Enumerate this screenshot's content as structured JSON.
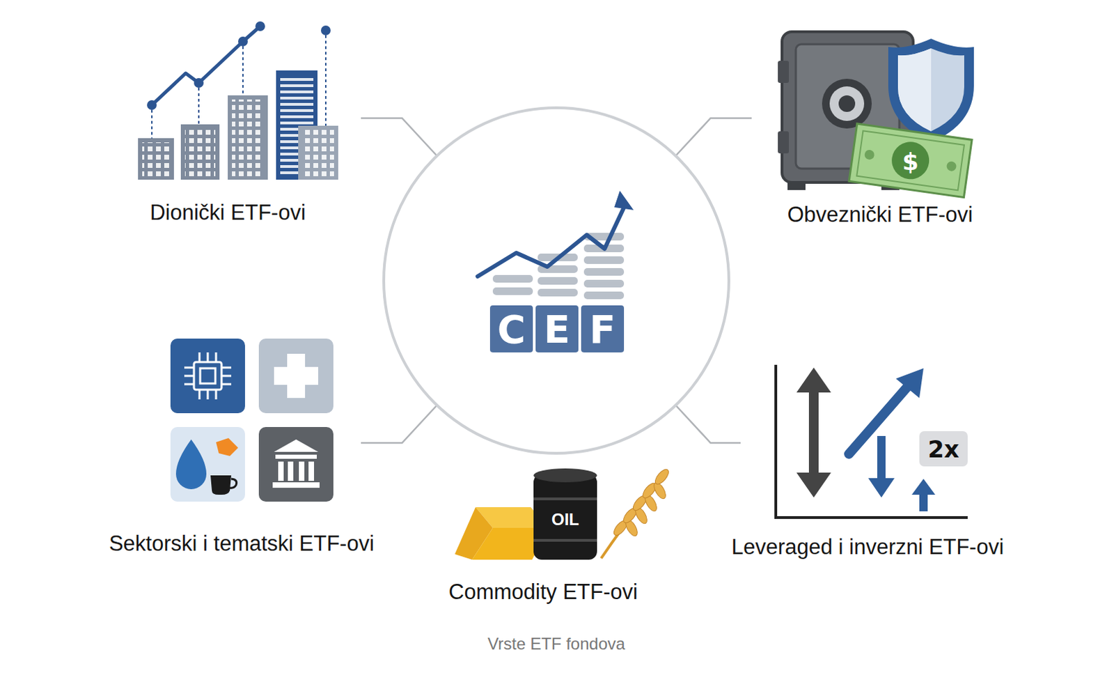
{
  "diagram": {
    "caption": "Vrste ETF fondova",
    "nodes": [
      {
        "text": [
          "C",
          "E",
          "F"
        ]
      },
      {
        "text": [
          "Dionički ETF-ovi"
        ]
      },
      {
        "text": [
          "Obveznički ETF-ovi"
        ]
      },
      {
        "text": [
          "Sektorski i tematski ETF-ovi"
        ]
      },
      {
        "text": [
          "Commodity ETF-ovi"
        ]
      },
      {
        "text": [
          "Leveraged i inverzni ETF-ovi"
        ]
      }
    ],
    "edges": [
      {
        "from": 0,
        "to": 1,
        "arrow": "none"
      },
      {
        "from": 0,
        "to": 2,
        "arrow": "none"
      },
      {
        "from": 0,
        "to": 3,
        "arrow": "none"
      },
      {
        "from": 0,
        "to": 5,
        "arrow": "none"
      }
    ],
    "labels": [
      "2x",
      "OIL",
      "$"
    ]
  }
}
